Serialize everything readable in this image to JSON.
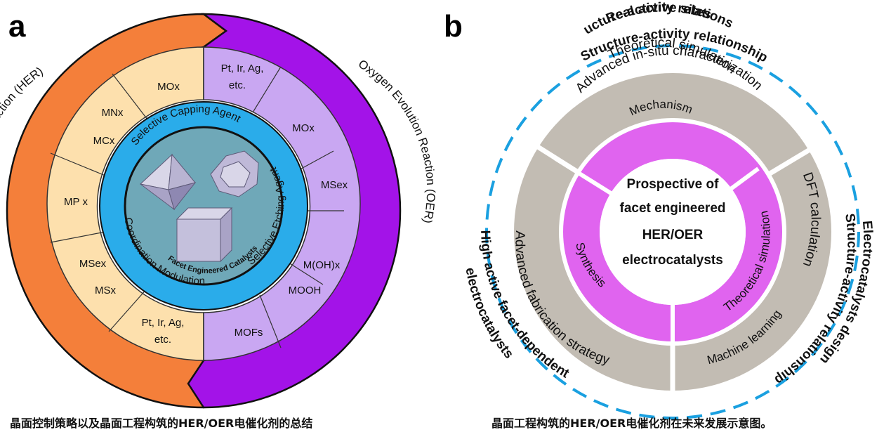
{
  "panel_a": {
    "letter": "a",
    "outer_left": "Hydrogen Evolution Reaction (HER)",
    "outer_right": "Oxygen Evolution Reaction (OER)",
    "her_cells": [
      "MOx",
      "MNx",
      "MCx",
      "MP x",
      "MSex",
      "MSx",
      "Pt, Ir, Ag,",
      "etc."
    ],
    "oer_cells": [
      "Pt, Ir, Ag,",
      "etc.",
      "MOx",
      "MSex",
      "M(OH)x",
      "MOOH",
      "MOFs"
    ],
    "blue_ring": [
      "Selective Capping Agent",
      "Selective Etching Agent",
      "Coordination Modulation"
    ],
    "core": "Facet Engineered Catalysts",
    "caption": "晶面控制策略以及晶面工程构筑的HER/OER电催化剂的总结"
  },
  "panel_b": {
    "letter": "b",
    "center": [
      "Prospective of",
      "facet engineered",
      "HER/OER",
      "electrocatalysts"
    ],
    "inner": [
      "Mechanism",
      "Theoretical simulation",
      "Synthesis"
    ],
    "gray_top": [
      "Theoretical simulation",
      "Advanced in-situ characterization"
    ],
    "gray_right": "DFT calculation",
    "gray_bottom_right": "Machine learning",
    "gray_left": "Advanced fabrication strategy",
    "outer_top": [
      "Real active sites",
      "Structure-activity relationship",
      "Structure-activity relationship"
    ],
    "outer_right": [
      "Structure-activity relationship",
      "Electrocatalysts design"
    ],
    "outer_left": [
      "High active facet-dependent",
      "electrocatalysts"
    ],
    "caption": "晶面工程构筑的HER/OER电催化剂在未来发展示意图。"
  },
  "colors": {
    "her_orange": "#f47f3a",
    "oer_purple": "#a313e8",
    "her_cell": "#fde0ad",
    "oer_cell": "#c9a7f2",
    "blue_ring": "#2aacea",
    "teal_core": "#6fa8b8",
    "magenta": "#e064ef",
    "gray": "#c2bcb3",
    "dash": "#1aa0e0"
  }
}
